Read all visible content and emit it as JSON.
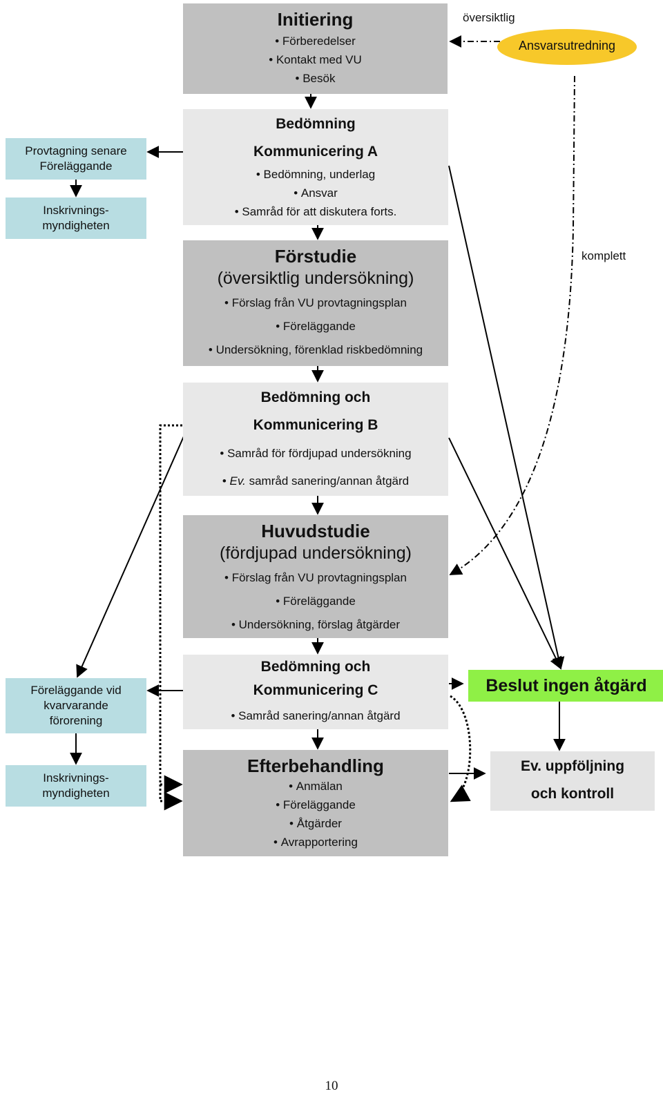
{
  "initiering": {
    "title": "Initiering",
    "items": [
      "Förberedelser",
      "Kontakt med VU",
      "Besök"
    ]
  },
  "bedomning_a": {
    "title1": "Bedömning",
    "title2": "Kommunicering A",
    "items": [
      "Bedömning, underlag",
      "Ansvar",
      "Samråd för att diskutera forts."
    ]
  },
  "forstudie": {
    "title": "Förstudie",
    "subtitle": "(översiktlig undersökning)",
    "items": [
      "Förslag från VU provtagningsplan",
      "Föreläggande",
      "Undersökning, förenklad riskbedömning"
    ]
  },
  "bedomning_b": {
    "title1": "Bedömning och",
    "title2": "Kommunicering B",
    "items": [
      "Samråd för fördjupad undersökning"
    ],
    "item2_em": "Ev.",
    "item2_rest": " samråd sanering/annan åtgärd"
  },
  "huvudstudie": {
    "title": "Huvudstudie",
    "subtitle": "(fördjupad undersökning)",
    "items": [
      "Förslag från VU provtagningsplan",
      "Föreläggande",
      "Undersökning, förslag åtgärder"
    ]
  },
  "bedomning_c": {
    "title1": "Bedömning och",
    "title2": "Kommunicering C",
    "items": [
      "Samråd sanering/annan åtgärd"
    ]
  },
  "efterbehandling": {
    "title": "Efterbehandling",
    "items": [
      "Anmälan",
      "Föreläggande",
      "Åtgärder",
      "Avrapportering"
    ]
  },
  "side_left": {
    "provtagning": [
      "Provtagning senare",
      "Föreläggande"
    ],
    "inskrivning1": [
      "Inskrivnings-",
      "myndigheten"
    ],
    "forelaggande_vid": [
      "Föreläggande vid",
      "kvarvarande",
      "förorening"
    ],
    "inskrivning2": [
      "Inskrivnings-",
      "myndigheten"
    ]
  },
  "right": {
    "ansvarsutredning": "Ansvarsutredning",
    "oversiktlig": "översiktlig",
    "komplett": "komplett",
    "beslut": "Beslut ingen åtgärd",
    "uppfoljning": [
      "Ev. uppföljning",
      "och kontroll"
    ]
  },
  "page_number": "10",
  "colors": {
    "dark_box": "#c0c0c0",
    "light_box": "#e8e8e8",
    "side_box": "#b8dde2",
    "decision": "#8ff046",
    "ellipse": "#f7c82a"
  }
}
